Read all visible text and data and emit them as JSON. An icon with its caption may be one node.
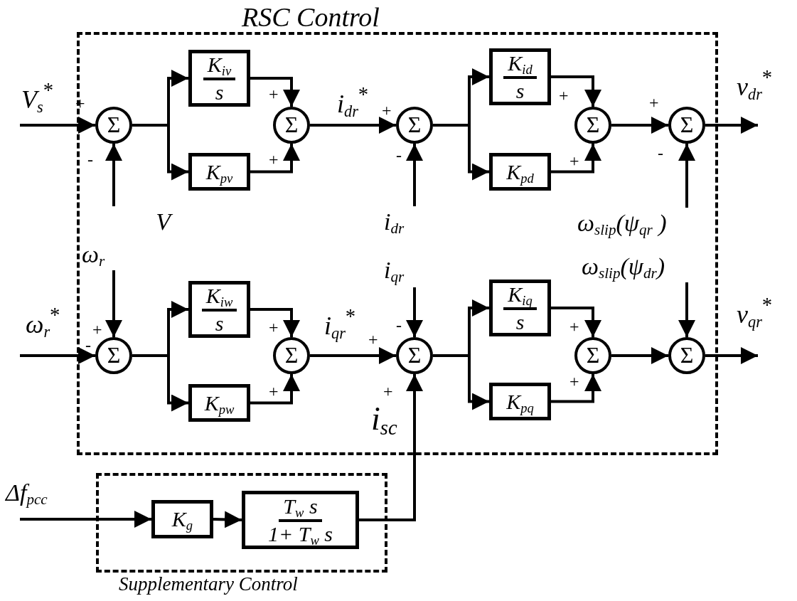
{
  "diagram": {
    "nodes": [
      {
        "text": [
          "RSC Control"
        ]
      },
      {
        "text": [
          "Supplementary Control"
        ]
      },
      {
        "text": [
          "Σ"
        ],
        "in": 0
      },
      {
        "text": [
          "K$_{iv}$",
          "s"
        ],
        "in": 0
      },
      {
        "text": [
          "K$_{pv}$"
        ],
        "in": 0
      },
      {
        "text": [
          "Σ"
        ],
        "in": 0
      },
      {
        "text": [
          "Σ"
        ],
        "in": 0
      },
      {
        "text": [
          "K$_{id}$",
          "s"
        ],
        "in": 0
      },
      {
        "text": [
          "K$_{pd}$"
        ],
        "in": 0
      },
      {
        "text": [
          "Σ"
        ],
        "in": 0
      },
      {
        "text": [
          "Σ"
        ],
        "in": 0
      },
      {
        "text": [
          "Σ"
        ],
        "in": 0
      },
      {
        "text": [
          "K$_{iw}$",
          "s"
        ],
        "in": 0
      },
      {
        "text": [
          "K$_{pw}$"
        ],
        "in": 0
      },
      {
        "text": [
          "Σ"
        ],
        "in": 0
      },
      {
        "text": [
          "Σ"
        ],
        "in": 0
      },
      {
        "text": [
          "K$_{iq}$",
          "s"
        ],
        "in": 0
      },
      {
        "text": [
          "K$_{pq}$"
        ],
        "in": 0
      },
      {
        "text": [
          "Σ"
        ],
        "in": 0
      },
      {
        "text": [
          "Σ"
        ],
        "in": 0
      },
      {
        "text": [
          "K$_{g}$"
        ],
        "in": 1
      },
      {
        "text": [
          "T$_{w}$ s",
          "1+ T$_{w}$ s"
        ],
        "in": 1
      },
      {
        "text": [
          "V"
        ],
        "in": 0
      },
      {
        "text": [
          "ω$_{r}$"
        ],
        "in": 0
      },
      {
        "text": [
          "i$_{dr}$"
        ],
        "in": 0
      },
      {
        "text": [
          "i$_{qr}$"
        ],
        "in": 0
      },
      {
        "text": [
          "ω$_{slip}$(ψ$_{qr}$ )"
        ],
        "in": 0
      },
      {
        "text": [
          "ω$_{slip}$(ψ$_{dr}$)"
        ],
        "in": 0
      }
    ],
    "edges": [
      {
        "from": null,
        "to": 2,
        "arrow": "to",
        "label": "V$_{s}$$^{*}$"
      },
      {
        "from": 22,
        "to": 2,
        "arrow": "to"
      },
      {
        "from": 2,
        "to": 3,
        "arrow": "to"
      },
      {
        "from": 2,
        "to": 4,
        "arrow": "to"
      },
      {
        "from": 3,
        "to": 5,
        "arrow": "to"
      },
      {
        "from": 4,
        "to": 5,
        "arrow": "to"
      },
      {
        "from": 5,
        "to": 6,
        "arrow": "to",
        "label": "i$_{dr}$$^{*}$"
      },
      {
        "from": 6,
        "to": 7,
        "arrow": "to"
      },
      {
        "from": 6,
        "to": 8,
        "arrow": "to"
      },
      {
        "from": 7,
        "to": 9,
        "arrow": "to"
      },
      {
        "from": 8,
        "to": 9,
        "arrow": "to"
      },
      {
        "from": 9,
        "to": 10,
        "arrow": "to"
      },
      {
        "from": 24,
        "to": 6,
        "arrow": "to"
      },
      {
        "from": 26,
        "to": 10,
        "arrow": "to"
      },
      {
        "from": 10,
        "to": null,
        "arrow": "to",
        "label": "v$_{dr}$$^{*}$"
      },
      {
        "from": null,
        "to": 11,
        "arrow": "to",
        "label": "ω$_{r}$$^{*}$"
      },
      {
        "from": 23,
        "to": 11,
        "arrow": "to"
      },
      {
        "from": 11,
        "to": 12,
        "arrow": "to"
      },
      {
        "from": 11,
        "to": 13,
        "arrow": "to"
      },
      {
        "from": 12,
        "to": 14,
        "arrow": "to"
      },
      {
        "from": 13,
        "to": 14,
        "arrow": "to"
      },
      {
        "from": 14,
        "to": 15,
        "arrow": "to",
        "label": "i$_{qr}$$^{*}$"
      },
      {
        "from": 25,
        "to": 15,
        "arrow": "to"
      },
      {
        "from": 15,
        "to": 16,
        "arrow": "to"
      },
      {
        "from": 15,
        "to": 17,
        "arrow": "to"
      },
      {
        "from": 16,
        "to": 18,
        "arrow": "to"
      },
      {
        "from": 17,
        "to": 18,
        "arrow": "to"
      },
      {
        "from": 18,
        "to": 19,
        "arrow": "to"
      },
      {
        "from": 27,
        "to": 19,
        "arrow": "to"
      },
      {
        "from": 19,
        "to": null,
        "arrow": "to",
        "label": "v$_{qr}$$^{*}$"
      },
      {
        "from": null,
        "to": 20,
        "arrow": "to",
        "label": "Δf$_{pcc}$"
      },
      {
        "from": 20,
        "to": 21,
        "arrow": "to"
      },
      {
        "from": 21,
        "to": 15,
        "arrow": "to",
        "label": "i$_{sc}$"
      }
    ],
    "labels": [
      "+",
      "+",
      "+",
      "+",
      "+",
      "-",
      "+",
      "-",
      "+",
      "-",
      "+",
      "-",
      "+",
      "-",
      "+",
      "+",
      "+",
      "+",
      "+"
    ]
  }
}
